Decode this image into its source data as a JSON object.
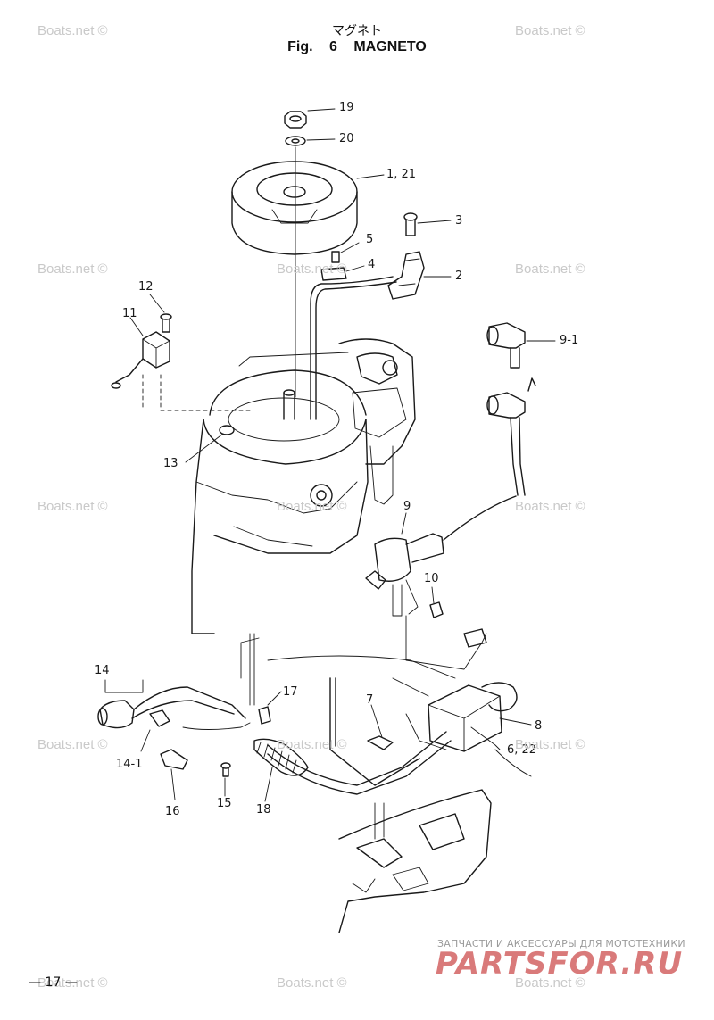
{
  "header": {
    "title_jp": "マグネト",
    "title_en": "Fig. 6   MAGNETO"
  },
  "labels": {
    "p19": "19",
    "p20": "20",
    "p1_21": "1, 21",
    "p3": "3",
    "p5": "5",
    "p4": "4",
    "p2": "2",
    "p12": "12",
    "p11": "11",
    "p9_1": "9-1",
    "p13": "13",
    "p9": "9",
    "p10": "10",
    "p14": "14",
    "p17": "17",
    "p7": "7",
    "p8": "8",
    "p6_22": "6, 22",
    "p14_1": "14-1",
    "p16": "16",
    "p15": "15",
    "p18": "18"
  },
  "watermark": {
    "text": "Boats.net ©"
  },
  "footer": {
    "page_number": "— 17 —",
    "promo": "ЗАПЧАСТИ И АКСЕССУАРЫ ДЛЯ МОТОТЕХНИКИ",
    "brand": "PARTSFOR.RU"
  }
}
